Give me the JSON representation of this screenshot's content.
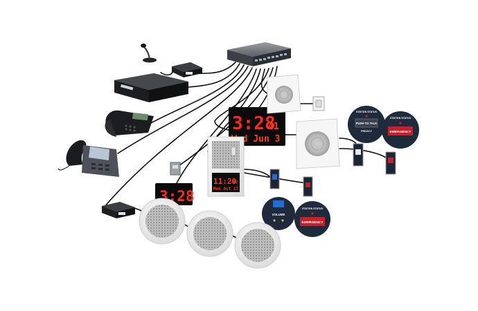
{
  "clocks": {
    "large_time": "3:28",
    "large_seconds": "41",
    "large_date": "Wed Jun 3",
    "small_time": "3:28",
    "flush_time": "11:20",
    "flush_seconds": "37",
    "flush_date": "Mon Oct 17"
  },
  "badges": {
    "station_status": "STATION STATUS",
    "push_to_talk": "PUSH TO TALK",
    "privacy": "PRIVACY",
    "emergency": "EMERGENCY",
    "volume": "VOLUME"
  },
  "colors": {
    "led_red": "#ff2a1a",
    "badge_navy": "#1f2a3c",
    "emergency_red": "#c8202a",
    "volume_blue": "#1f6fd6",
    "cable": "#111111"
  }
}
